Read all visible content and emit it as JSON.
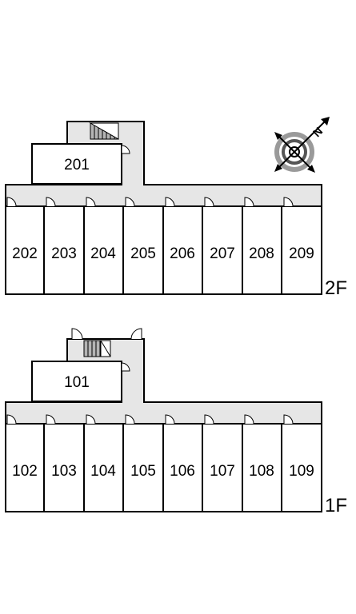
{
  "compass": {
    "icon": "compass-north-arrow-icon",
    "label": "N"
  },
  "floors": [
    {
      "label": "2F",
      "stair_icon": "staircase-icon",
      "annex": "201",
      "units": [
        "202",
        "203",
        "204",
        "205",
        "206",
        "207",
        "208",
        "209"
      ]
    },
    {
      "label": "1F",
      "stair_icon": "staircase-icon",
      "annex": "101",
      "units": [
        "102",
        "103",
        "104",
        "105",
        "106",
        "107",
        "108",
        "109"
      ]
    }
  ],
  "colors": {
    "corridor": "#e6e6e6",
    "wall": "#000000",
    "stair": "#b4b4b4",
    "compass_ring": "#9a9a9a"
  }
}
